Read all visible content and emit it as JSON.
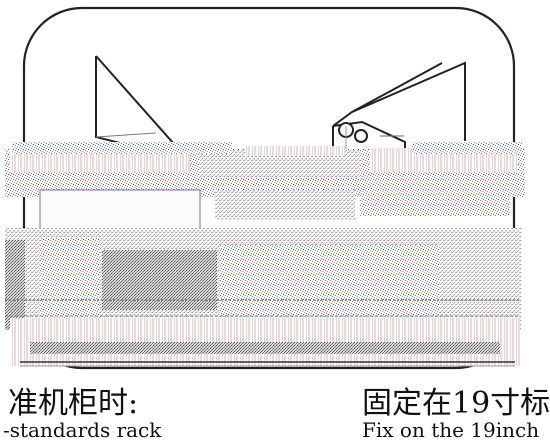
{
  "captions": {
    "left_cn": "准机柜时:",
    "right_cn": "固定在19寸标",
    "left_en": "-standards rack",
    "right_en": "Fix on the 19inch"
  }
}
